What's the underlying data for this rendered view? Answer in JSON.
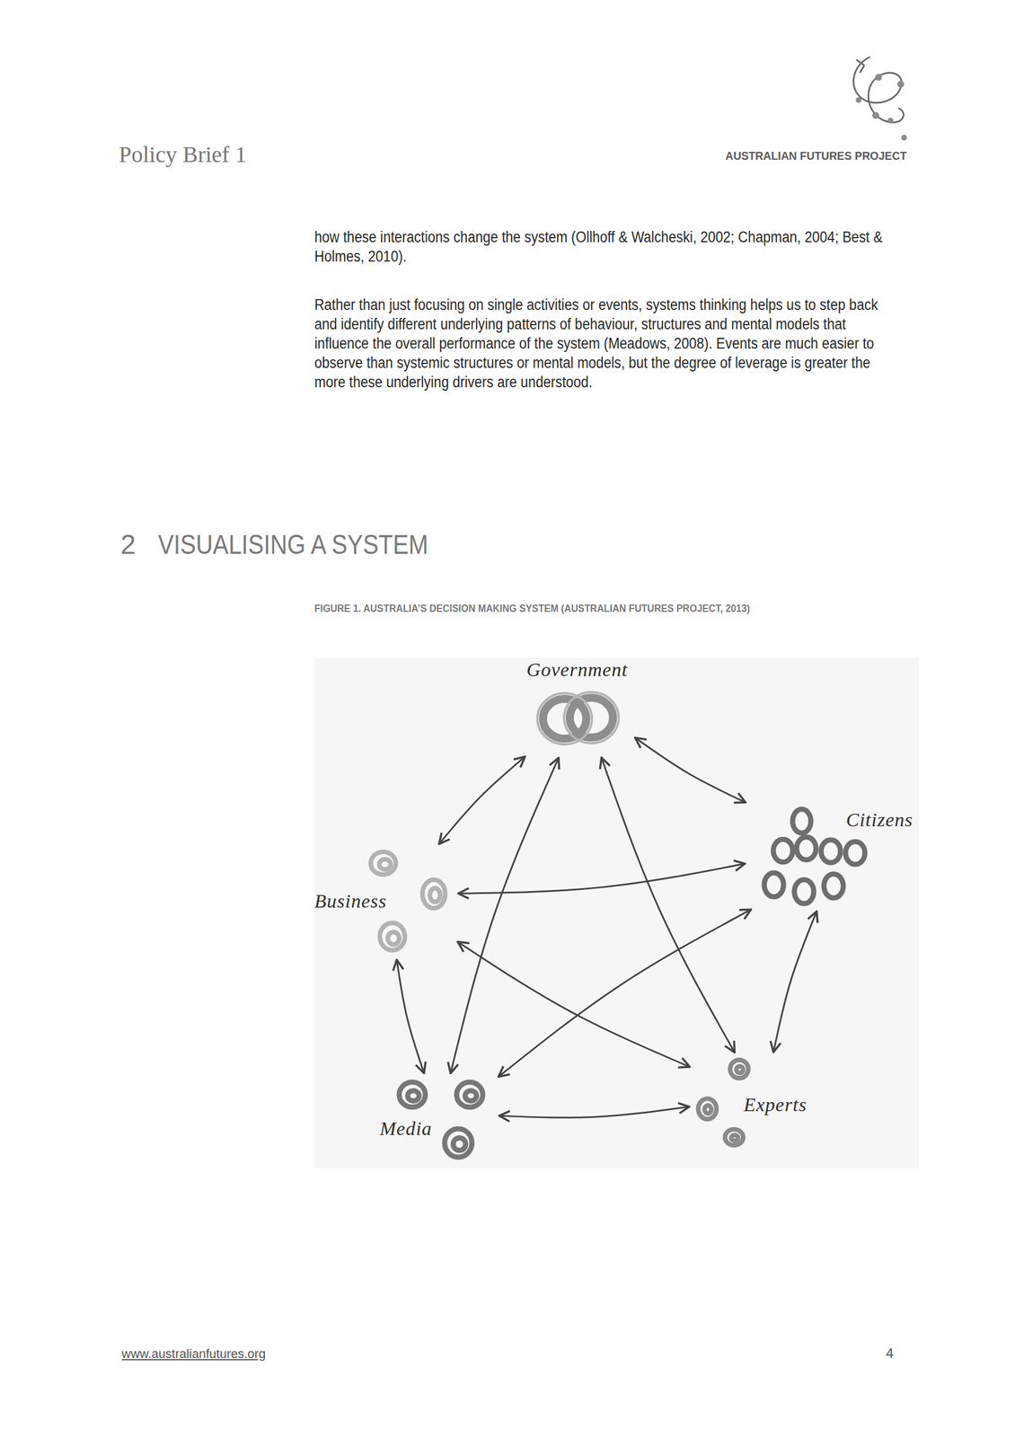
{
  "diagram": {
    "title": "VISUALISING A SYSTEM",
    "caption": "FIGURE 1. AUSTRALIA’S DECISION MAKING SYSTEM (AUSTRALIAN FUTURES PROJECT, 2013)",
    "nodes": [
      {
        "text": [
          "Government"
        ]
      },
      {
        "text": [
          "Citizens"
        ]
      },
      {
        "text": [
          "Business"
        ]
      },
      {
        "text": [
          "Media"
        ]
      },
      {
        "text": [
          "Experts"
        ]
      }
    ],
    "edges": [
      {
        "from": 0,
        "to": 1,
        "arrow": "both"
      },
      {
        "from": 0,
        "to": 2,
        "arrow": "both"
      },
      {
        "from": 0,
        "to": 3,
        "arrow": "both"
      },
      {
        "from": 0,
        "to": 4,
        "arrow": "both"
      },
      {
        "from": 2,
        "to": 1,
        "arrow": "both"
      },
      {
        "from": 1,
        "to": 3,
        "arrow": "both"
      },
      {
        "from": 1,
        "to": 4,
        "arrow": "both"
      },
      {
        "from": 2,
        "to": 4,
        "arrow": "both"
      },
      {
        "from": 2,
        "to": 3,
        "arrow": "both"
      },
      {
        "from": 3,
        "to": 4,
        "arrow": "both"
      }
    ],
    "labels": [
      "Policy Brief 1",
      "AUSTRALIAN FUTURES PROJECT",
      "how these interactions change the system (Ollhoff & Walcheski, 2002; Chapman, 2004; Best & Holmes, 2010).",
      "Rather than just focusing on single activities or events, systems thinking helps us to step back and identify different underlying patterns of behaviour, structures and mental models that influence the overall performance of the system (Meadows, 2008). Events are much easier to observe than systemic structures or mental models, but the degree of leverage is greater the more these underlying drivers are understood.",
      "2",
      "www.australianfutures.org",
      "4"
    ]
  }
}
